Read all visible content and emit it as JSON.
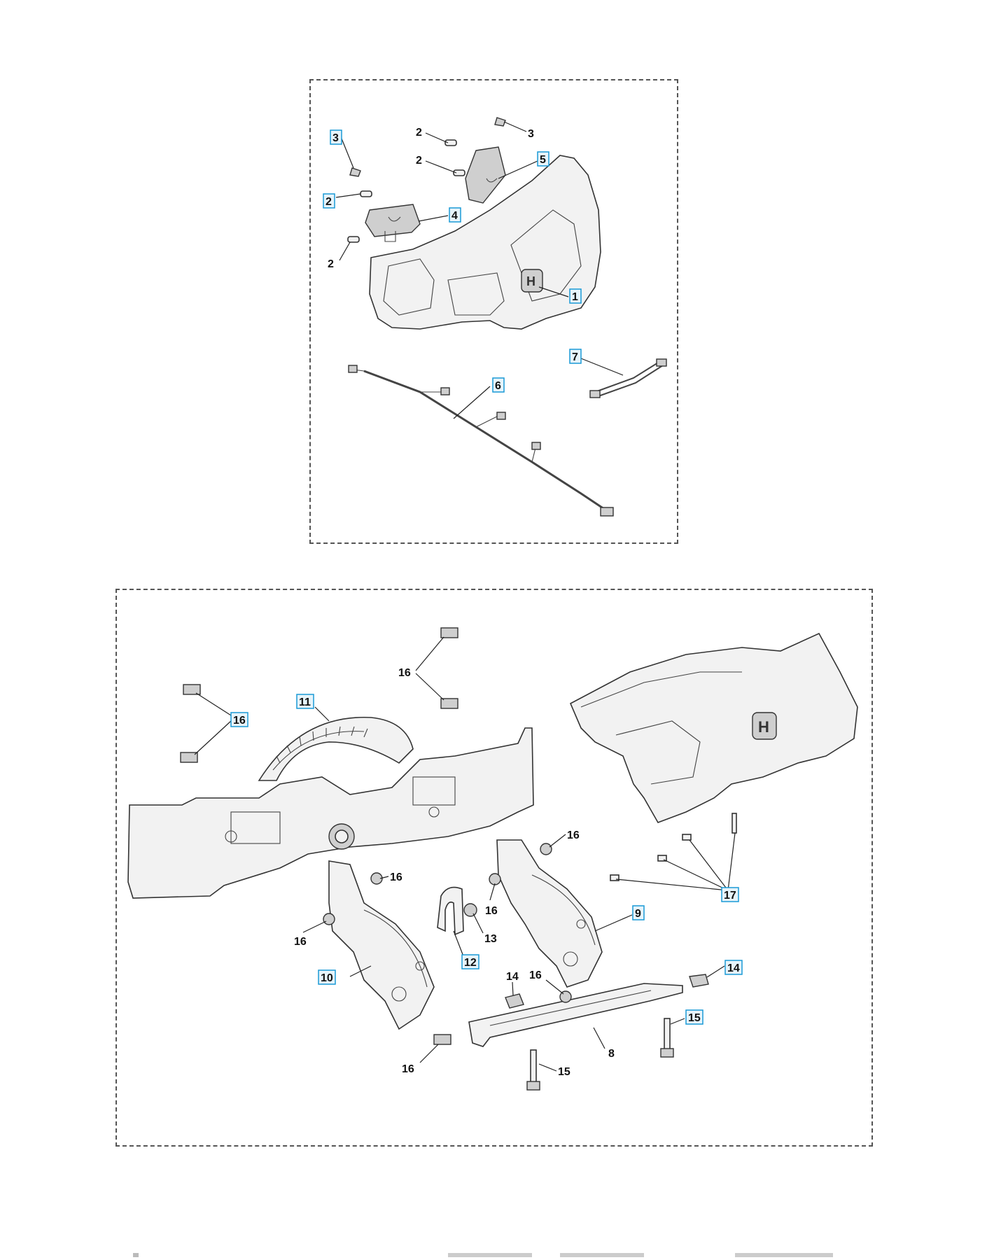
{
  "diagram": {
    "top_panel": {
      "callouts": [
        {
          "id": "c-top-3a",
          "label": "3",
          "boxed": true
        },
        {
          "id": "c-top-2a",
          "label": "2",
          "boxed": false
        },
        {
          "id": "c-top-3b",
          "label": "3",
          "boxed": false
        },
        {
          "id": "c-top-2b",
          "label": "2",
          "boxed": false
        },
        {
          "id": "c-top-5",
          "label": "5",
          "boxed": true
        },
        {
          "id": "c-top-2c",
          "label": "2",
          "boxed": true
        },
        {
          "id": "c-top-4",
          "label": "4",
          "boxed": true
        },
        {
          "id": "c-top-2d",
          "label": "2",
          "boxed": false
        },
        {
          "id": "c-top-1",
          "label": "1",
          "boxed": true
        },
        {
          "id": "c-top-7",
          "label": "7",
          "boxed": true
        },
        {
          "id": "c-top-6",
          "label": "6",
          "boxed": true
        }
      ]
    },
    "bottom_panel": {
      "callouts": [
        {
          "id": "c-bot-16a",
          "label": "16",
          "boxed": false
        },
        {
          "id": "c-bot-11",
          "label": "11",
          "boxed": true
        },
        {
          "id": "c-bot-16b",
          "label": "16",
          "boxed": true
        },
        {
          "id": "c-bot-16c",
          "label": "16",
          "boxed": false
        },
        {
          "id": "c-bot-16d",
          "label": "16",
          "boxed": false
        },
        {
          "id": "c-bot-16e",
          "label": "16",
          "boxed": false
        },
        {
          "id": "c-bot-16f",
          "label": "16",
          "boxed": false
        },
        {
          "id": "c-bot-13",
          "label": "13",
          "boxed": false
        },
        {
          "id": "c-bot-12",
          "label": "12",
          "boxed": true
        },
        {
          "id": "c-bot-9",
          "label": "9",
          "boxed": true
        },
        {
          "id": "c-bot-17",
          "label": "17",
          "boxed": true
        },
        {
          "id": "c-bot-10",
          "label": "10",
          "boxed": true
        },
        {
          "id": "c-bot-14a",
          "label": "14",
          "boxed": false
        },
        {
          "id": "c-bot-16g",
          "label": "16",
          "boxed": false
        },
        {
          "id": "c-bot-14b",
          "label": "14",
          "boxed": true
        },
        {
          "id": "c-bot-15a",
          "label": "15",
          "boxed": true
        },
        {
          "id": "c-bot-8",
          "label": "8",
          "boxed": false
        },
        {
          "id": "c-bot-16h",
          "label": "16",
          "boxed": false
        },
        {
          "id": "c-bot-15b",
          "label": "15",
          "boxed": false
        }
      ]
    }
  },
  "colors": {
    "callout_box_border": "#1a9ad6",
    "callout_box_fill": "#e6f4fb",
    "panel_border": "#555555",
    "line_art": "#333333"
  }
}
